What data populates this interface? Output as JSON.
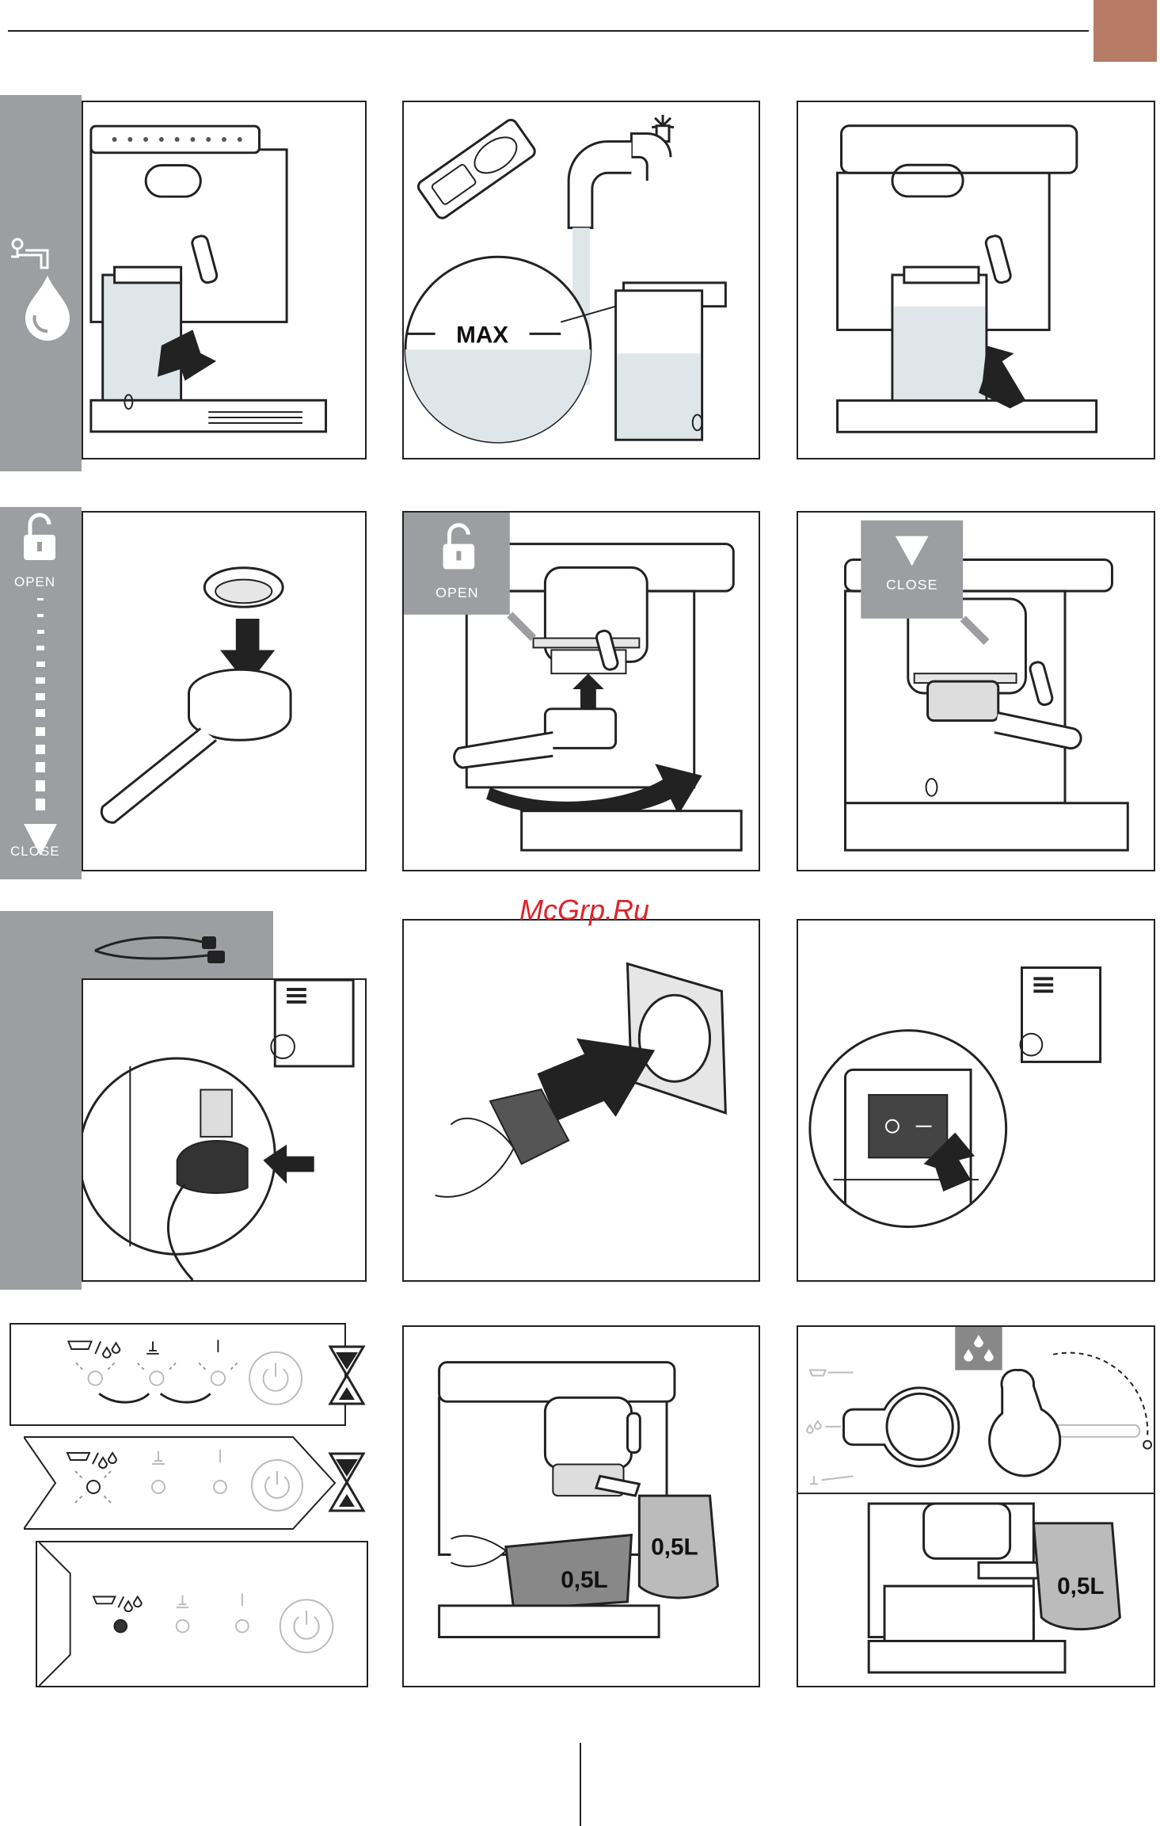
{
  "watermark": "McGrp.Ru",
  "labels": {
    "max": "MAX",
    "open": "OPEN",
    "close": "CLOSE",
    "volume": "0,5L"
  },
  "colors": {
    "accent_tab": "#b67c65",
    "sidebar_gray": "#9c9ea1",
    "watermark_red": "#e0222a",
    "water_blue": "#dfe6ea"
  },
  "icons": {
    "row1_side": [
      "water-tap-icon",
      "water-drop-icon"
    ],
    "row2_side": [
      "padlock-open-icon",
      "close-arrow-icon"
    ],
    "row3_side": [
      "power-cord-icon"
    ],
    "row4_panel3": [
      "steam-drops-icon"
    ]
  }
}
